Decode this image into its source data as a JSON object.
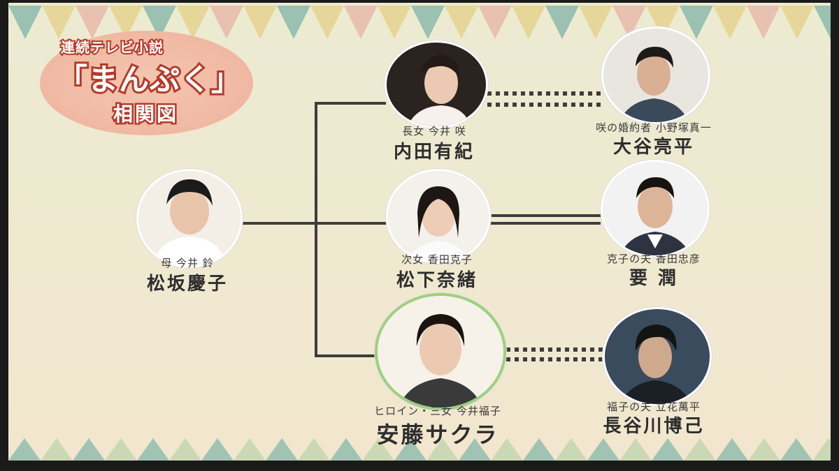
{
  "header": {
    "series_label": "連続テレビ小説",
    "drama_title": "「まんぷく」",
    "chart_label": "相関図"
  },
  "characters": {
    "mother": {
      "role": "母 今井 鈴",
      "actor": "松坂慶子",
      "icon": "portrait-icon"
    },
    "eldest": {
      "role": "長女 今井 咲",
      "actor": "内田有紀",
      "icon": "portrait-icon"
    },
    "eldest_fiance": {
      "role": "咲の婚約者 小野塚真一",
      "actor": "大谷亮平",
      "icon": "portrait-icon"
    },
    "second": {
      "role": "次女 香田克子",
      "actor": "松下奈緒",
      "icon": "portrait-icon"
    },
    "second_husband": {
      "role": "克子の夫 香田忠彦",
      "actor": "要 潤",
      "icon": "portrait-icon"
    },
    "heroine": {
      "role": "ヒロイン・三女 今井福子",
      "actor": "安藤サクラ",
      "icon": "portrait-icon"
    },
    "heroine_husband": {
      "role": "福子の夫 立花萬平",
      "actor": "長谷川博己",
      "icon": "portrait-icon"
    }
  },
  "colors": {
    "title_outline": "#b53a2a",
    "title_blob": "#f0b8a2",
    "heroine_ring": "#9fcf7f",
    "line": "#3d3d3d",
    "pennant_teal": "#7fb3a6",
    "pennant_yellow": "#e6cf86",
    "pennant_pink": "#e8b3a6"
  }
}
